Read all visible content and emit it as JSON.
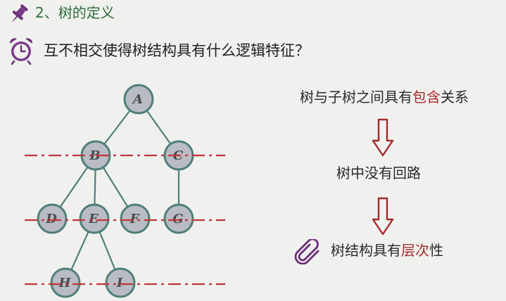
{
  "header": {
    "title": "2、树的定义",
    "title_icon": "pushpin-icon",
    "question": "互不相交使得树结构具有什么逻辑特征？",
    "question_icon": "alarm-clock-icon"
  },
  "tree": {
    "nodes": [
      "A",
      "B",
      "C",
      "D",
      "E",
      "F",
      "G",
      "H",
      "I"
    ],
    "edges": [
      [
        "A",
        "B"
      ],
      [
        "A",
        "C"
      ],
      [
        "B",
        "D"
      ],
      [
        "B",
        "E"
      ],
      [
        "B",
        "F"
      ],
      [
        "C",
        "G"
      ],
      [
        "E",
        "H"
      ],
      [
        "E",
        "I"
      ]
    ],
    "node_fill": "#b9bcc4",
    "node_stroke": "#4e7f78",
    "edge_color": "#4e7f78",
    "level_line_color": "#c0343a"
  },
  "reasoning": {
    "line1_pre": "树与子树之间具有",
    "line1_highlight": "包含",
    "line1_post": "关系",
    "line2": "树中没有回路",
    "line3_pre": "树结构具有",
    "line3_highlight": "层次",
    "line3_post": "性",
    "line3_icon": "paperclip-icon",
    "arrow_icon": "down-arrow-icon",
    "highlight_color": "#a42a2a"
  }
}
